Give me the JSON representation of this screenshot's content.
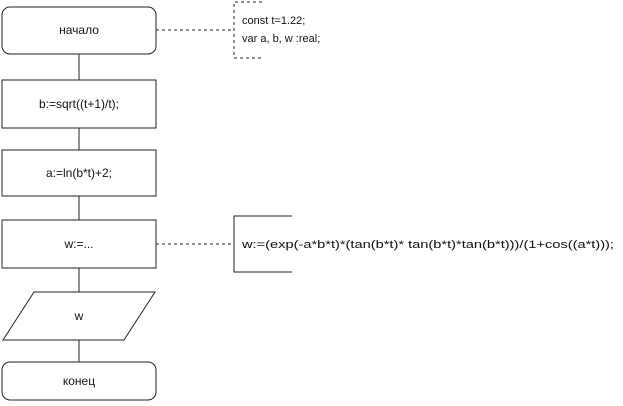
{
  "flowchart": {
    "start": "начало",
    "step1": "b:=sqrt((t+1)/t);",
    "step2": "a:=ln(b*t)+2;",
    "step3": "w:=...",
    "output": "w",
    "end": "конец"
  },
  "notes": {
    "declarations": {
      "line1": "const t=1.22;",
      "line2": "var a, b, w :real;"
    },
    "formula": "w:=(exp(-a*b*t)*(tan(b*t)* tan(b*t)*tan(b*t)))/(1+cos((a*t)));"
  }
}
